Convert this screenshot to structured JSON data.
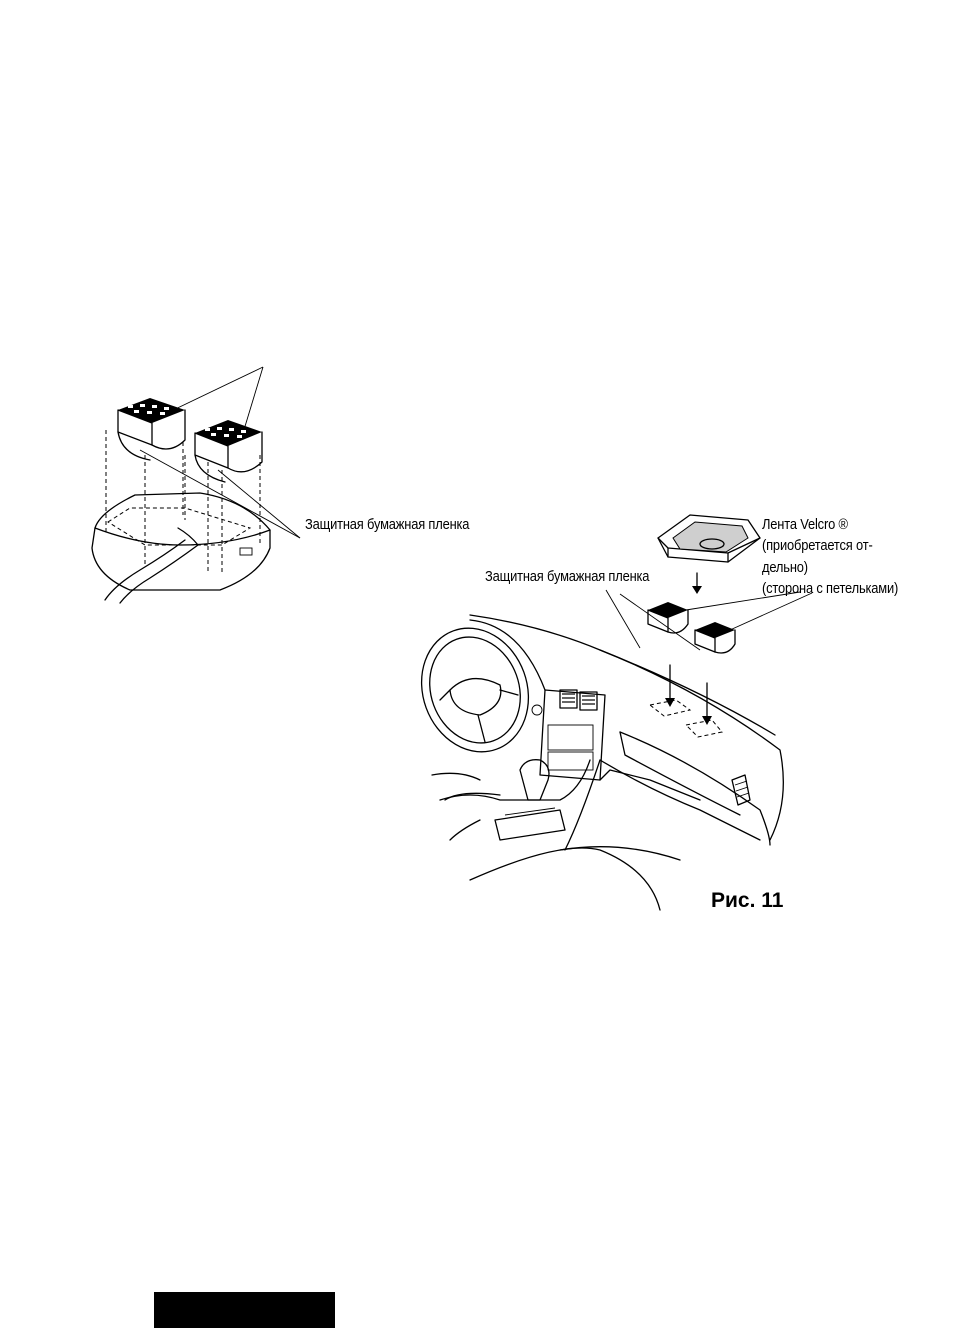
{
  "page": {
    "left_figure": {
      "label_protective_film": "Защитная бумажная пленка"
    },
    "right_figure": {
      "label_velcro_line1": "Лента Velcro ®",
      "label_velcro_line2": "(приобретается от-",
      "label_velcro_line3": "дельно)",
      "label_velcro_line4": "(сторона с петельками)",
      "label_protective_film": "Защитная бумажная пленка"
    },
    "figure_caption": "Рис. 11"
  }
}
